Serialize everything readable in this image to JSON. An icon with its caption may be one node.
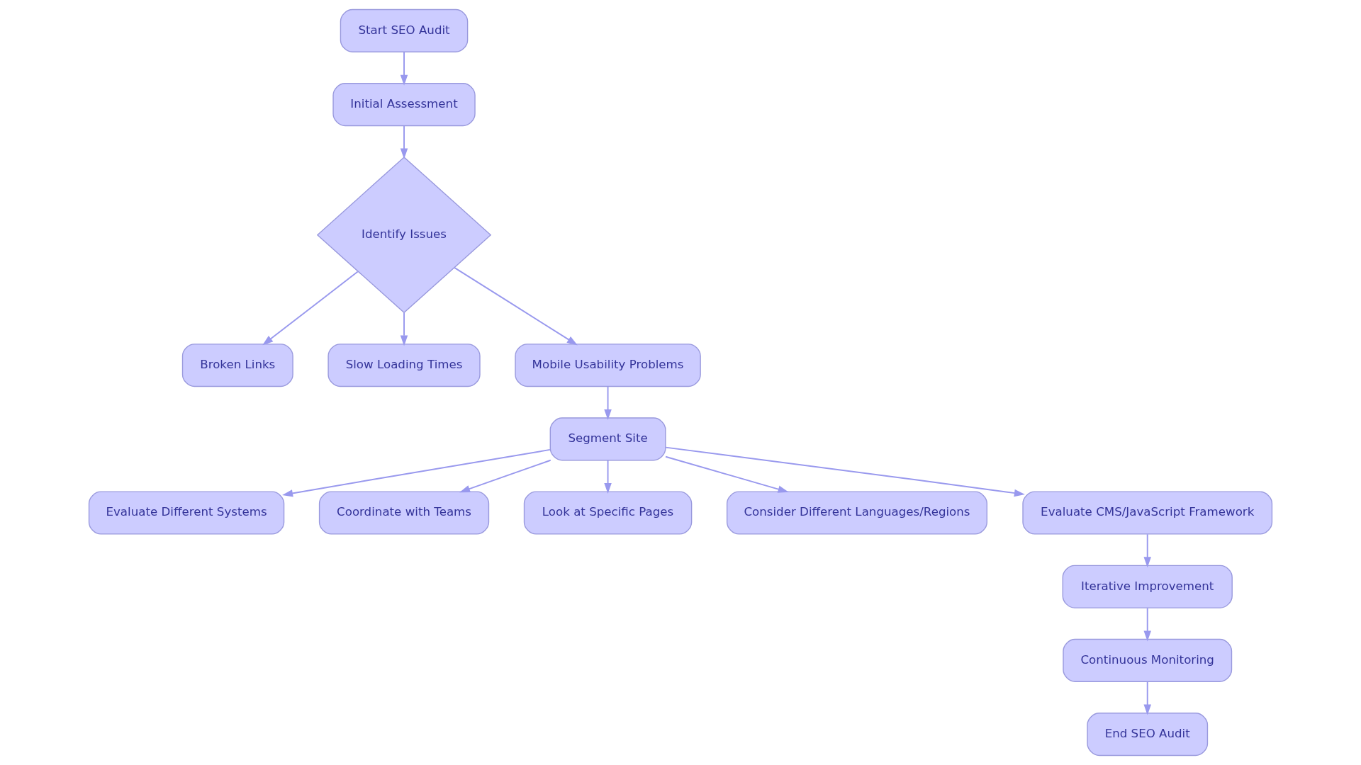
{
  "diagram": {
    "nodes": [
      {
        "text": [
          "Start SEO Audit"
        ]
      },
      {
        "text": [
          "Initial Assessment"
        ]
      },
      {
        "text": [
          "Identify Issues"
        ]
      },
      {
        "text": [
          "Broken Links"
        ]
      },
      {
        "text": [
          "Slow Loading Times"
        ]
      },
      {
        "text": [
          "Mobile Usability Problems"
        ]
      },
      {
        "text": [
          "Segment Site"
        ]
      },
      {
        "text": [
          "Evaluate Different Systems"
        ]
      },
      {
        "text": [
          "Coordinate with Teams"
        ]
      },
      {
        "text": [
          "Look at Specific Pages"
        ]
      },
      {
        "text": [
          "Consider Different Languages/Regions"
        ]
      },
      {
        "text": [
          "Evaluate CMS/JavaScript Framework"
        ]
      },
      {
        "text": [
          "Iterative Improvement"
        ]
      },
      {
        "text": [
          "Continuous Monitoring"
        ]
      },
      {
        "text": [
          "End SEO Audit"
        ]
      }
    ],
    "edges": [
      {
        "from": 0,
        "to": 1,
        "arrow": "to"
      },
      {
        "from": 1,
        "to": 2,
        "arrow": "to"
      },
      {
        "from": 2,
        "to": 3,
        "arrow": "to"
      },
      {
        "from": 2,
        "to": 4,
        "arrow": "to"
      },
      {
        "from": 2,
        "to": 5,
        "arrow": "to"
      },
      {
        "from": 5,
        "to": 6,
        "arrow": "to"
      },
      {
        "from": 6,
        "to": 7,
        "arrow": "to"
      },
      {
        "from": 6,
        "to": 8,
        "arrow": "to"
      },
      {
        "from": 6,
        "to": 9,
        "arrow": "to"
      },
      {
        "from": 6,
        "to": 10,
        "arrow": "to"
      },
      {
        "from": 6,
        "to": 11,
        "arrow": "to"
      },
      {
        "from": 11,
        "to": 12,
        "arrow": "to"
      },
      {
        "from": 12,
        "to": 13,
        "arrow": "to"
      },
      {
        "from": 13,
        "to": 14,
        "arrow": "to"
      }
    ]
  }
}
